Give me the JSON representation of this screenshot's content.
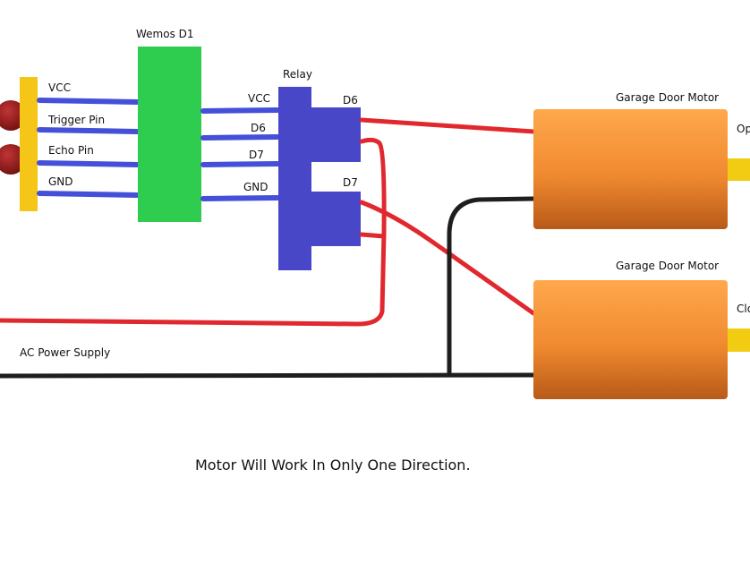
{
  "labels": {
    "microcontroller": "Wemos D1",
    "relay": "Relay",
    "sensor_pins": [
      "VCC",
      "Trigger Pin",
      "Echo Pin",
      "GND"
    ],
    "relay_inputs": [
      "VCC",
      "D6",
      "D7",
      "GND"
    ],
    "relay_outputs": [
      "D6",
      "D7"
    ],
    "motor_top": "Garage Door Motor",
    "motor_bottom": "Garage Door Motor",
    "motor_top_side": "Op",
    "motor_bottom_side": "Clo",
    "power": "AC Power Supply"
  },
  "caption": "Motor Will Work In Only One Direction.",
  "colors": {
    "sensor_body": "#f5c518",
    "sensor_transducer": "#8b1a1a",
    "microcontroller": "#2ecc4f",
    "relay": "#4747c8",
    "pin_wire": "#4450d8",
    "red_wire": "#e0282e",
    "black_wire": "#1e1e1e",
    "motor": "#f08a30",
    "motor_shaft": "#f2cc12"
  }
}
